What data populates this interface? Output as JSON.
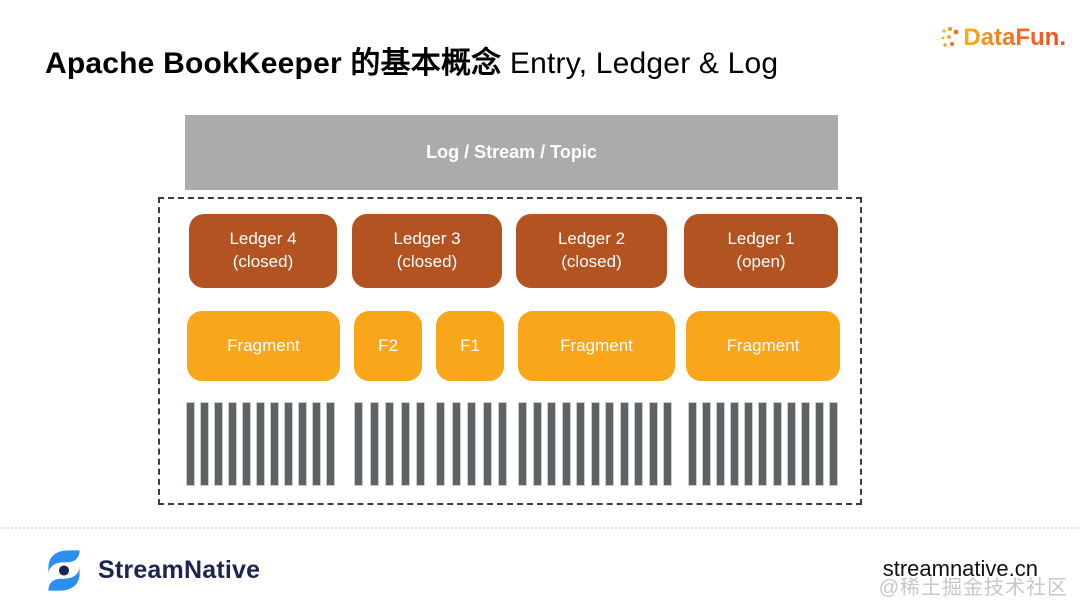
{
  "slide": {
    "title_bold": "Apache BookKeeper 的基本概念",
    "title_regular": "Entry, Ledger & Log"
  },
  "datafun_logo": {
    "text": "DataFun."
  },
  "diagram": {
    "log_bar_label": "Log / Stream / Topic",
    "ledgers": [
      {
        "name": "Ledger 4",
        "state": "(closed)"
      },
      {
        "name": "Ledger 3",
        "state": "(closed)"
      },
      {
        "name": "Ledger 2",
        "state": "(closed)"
      },
      {
        "name": "Ledger 1",
        "state": "(open)"
      }
    ],
    "fragments": [
      {
        "label": "Fragment"
      },
      {
        "label": "F2"
      },
      {
        "label": "F1"
      },
      {
        "label": "Fragment"
      },
      {
        "label": "Fragment"
      }
    ],
    "entry_groups": [
      {
        "bars": 11
      },
      {
        "bars": 5
      },
      {
        "bars": 5
      },
      {
        "bars": 11
      },
      {
        "bars": 11
      }
    ],
    "colors": {
      "ledger_box": "#b35322",
      "fragment_box": "#f9a61b",
      "log_bar": "#a9acab",
      "entry_bar_fill": "#5d6365",
      "entry_bar_border": "#c9cdcc",
      "brand_navy": "#1b2550",
      "brand_blue": "#2b8ff2",
      "datafun_orange": "#f36f21"
    }
  },
  "footer": {
    "brand": "StreamNative",
    "site": "streamnative.cn",
    "watermark": "@稀土掘金技术社区"
  }
}
